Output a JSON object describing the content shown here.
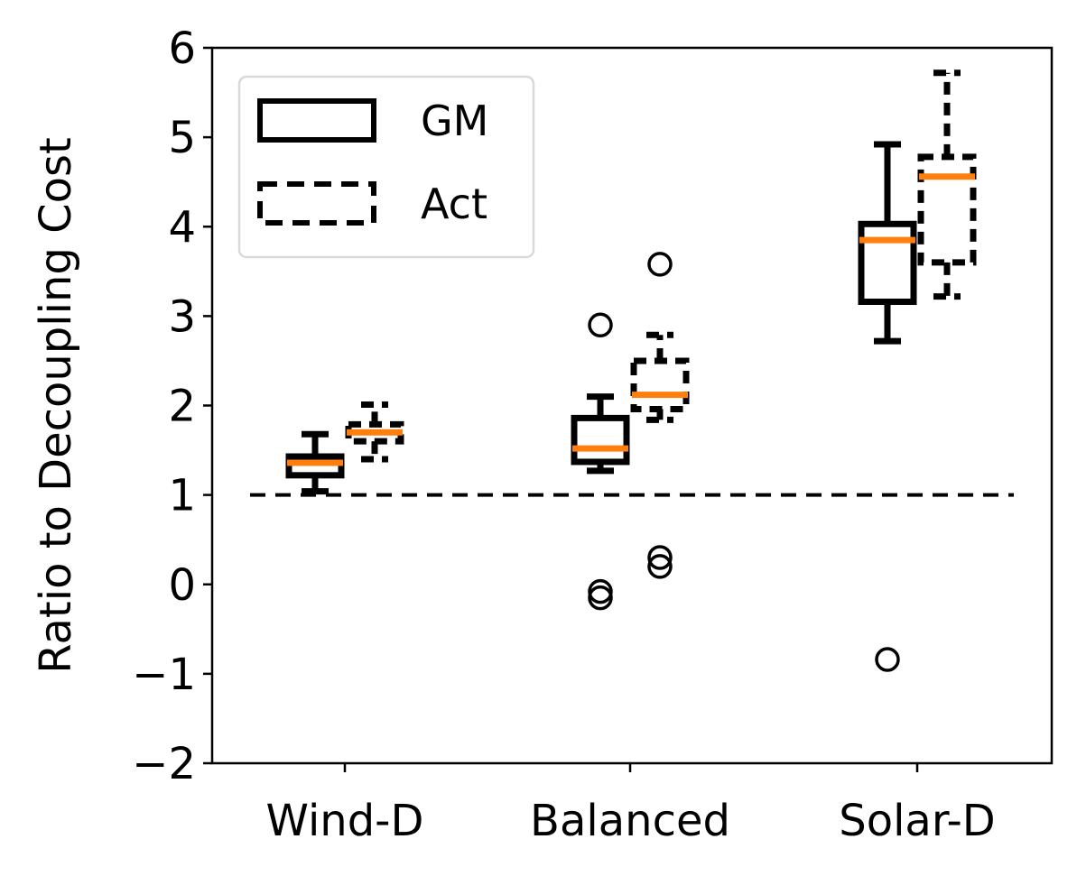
{
  "chart_data": {
    "type": "boxplot",
    "ylabel": "Ratio to Decoupling Cost",
    "xlabel": "",
    "categories": [
      "Wind-D",
      "Balanced",
      "Solar-D"
    ],
    "ylim": [
      -2,
      6
    ],
    "yticks": [
      -2,
      -1,
      0,
      1,
      2,
      3,
      4,
      5,
      6
    ],
    "ytick_labels": [
      "−2",
      "−1",
      "0",
      "1",
      "2",
      "3",
      "4",
      "5",
      "6"
    ],
    "reference_line": {
      "y": 1,
      "style": "dashed"
    },
    "legend": {
      "position": "upper-left"
    },
    "colors": {
      "box": "#000000",
      "median": "#ff7f0e",
      "reference": "#000000"
    },
    "series": [
      {
        "name": "GM",
        "style": "solid",
        "boxes": [
          {
            "category": "Wind-D",
            "whislo": 1.04,
            "q1": 1.22,
            "med": 1.36,
            "q3": 1.43,
            "whishi": 1.68,
            "fliers": []
          },
          {
            "category": "Balanced",
            "whislo": 1.27,
            "q1": 1.37,
            "med": 1.52,
            "q3": 1.86,
            "whishi": 2.1,
            "fliers": [
              2.9,
              -0.08,
              -0.15
            ]
          },
          {
            "category": "Solar-D",
            "whislo": 2.72,
            "q1": 3.16,
            "med": 3.85,
            "q3": 4.03,
            "whishi": 4.92,
            "fliers": [
              -0.84
            ]
          }
        ]
      },
      {
        "name": "Act",
        "style": "dashed",
        "boxes": [
          {
            "category": "Wind-D",
            "whislo": 1.4,
            "q1": 1.6,
            "med": 1.7,
            "q3": 1.79,
            "whishi": 2.01,
            "fliers": []
          },
          {
            "category": "Balanced",
            "whislo": 1.84,
            "q1": 1.96,
            "med": 2.12,
            "q3": 2.5,
            "whishi": 2.79,
            "fliers": [
              3.58,
              0.3,
              0.2
            ]
          },
          {
            "category": "Solar-D",
            "whislo": 3.22,
            "q1": 3.6,
            "med": 4.56,
            "q3": 4.78,
            "whishi": 5.72,
            "fliers": []
          }
        ]
      }
    ]
  }
}
